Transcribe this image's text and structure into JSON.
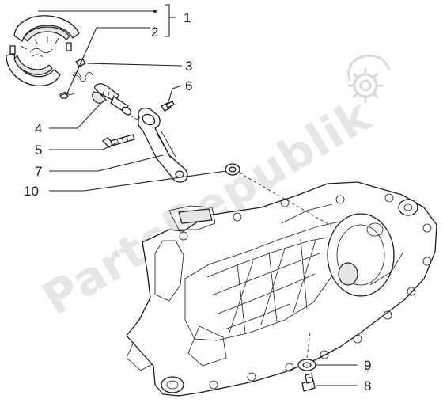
{
  "watermark": {
    "text": "PartsRepublik",
    "icon": "gear-icon"
  },
  "callouts": [
    {
      "id": "1",
      "label": "1"
    },
    {
      "id": "2",
      "label": "2"
    },
    {
      "id": "3",
      "label": "3"
    },
    {
      "id": "4",
      "label": "4"
    },
    {
      "id": "5",
      "label": "5"
    },
    {
      "id": "6",
      "label": "6"
    },
    {
      "id": "7",
      "label": "7"
    },
    {
      "id": "8",
      "label": "8"
    },
    {
      "id": "9",
      "label": "9"
    },
    {
      "id": "10",
      "label": "10"
    }
  ]
}
